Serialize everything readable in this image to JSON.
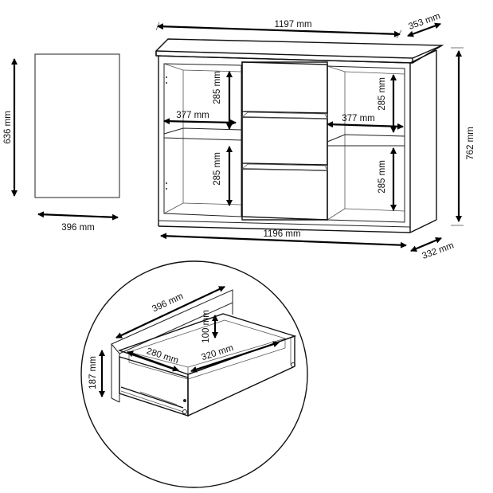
{
  "dimensions": {
    "top_width": "1197 mm",
    "top_depth": "353 mm",
    "height": "762 mm",
    "bottom_width": "1196 mm",
    "bottom_depth": "332 mm",
    "side_height": "636 mm",
    "side_width": "396 mm",
    "left_shelf_upper": "285 mm",
    "left_shelf_lower": "285 mm",
    "right_shelf_upper": "285 mm",
    "right_shelf_lower": "285 mm",
    "left_compartment_width": "377 mm",
    "right_compartment_width": "377 mm",
    "drawer_length": "396 mm",
    "drawer_inner_depth": "280 mm",
    "drawer_inner_width": "320 mm",
    "drawer_inner_height": "100 mm",
    "drawer_front_height": "187 mm"
  }
}
